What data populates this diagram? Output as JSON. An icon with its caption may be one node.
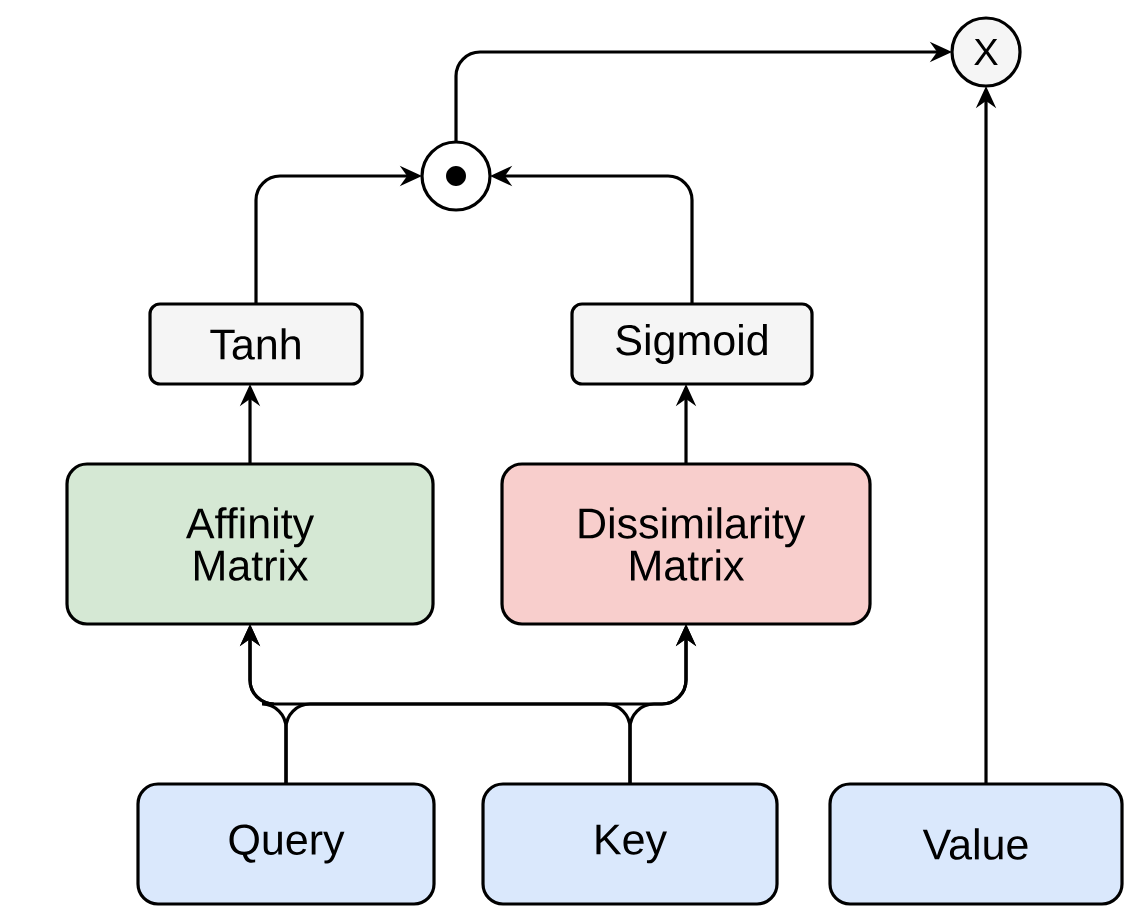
{
  "diagram": {
    "nodes": [
      {
        "text": [
          "X"
        ]
      },
      {
        "text": [],
        "shape": "circle"
      },
      {
        "text": [
          "Tanh"
        ]
      },
      {
        "text": [
          "Sigmoid"
        ]
      },
      {
        "text": [
          "Affinity Matrix"
        ]
      },
      {
        "text": [
          "Dissimilarity Matrix"
        ]
      },
      {
        "text": [
          "Query"
        ]
      },
      {
        "text": [
          "Key"
        ]
      },
      {
        "text": [
          "Value"
        ]
      }
    ],
    "edges": [
      {
        "from": 1,
        "to": 0,
        "arrow": "to"
      },
      {
        "from": 8,
        "to": 0,
        "arrow": "to"
      },
      {
        "from": 2,
        "to": 1,
        "arrow": "to"
      },
      {
        "from": 3,
        "to": 1,
        "arrow": "to"
      },
      {
        "from": 4,
        "to": 2,
        "arrow": "to"
      },
      {
        "from": 5,
        "to": 3,
        "arrow": "to"
      },
      {
        "from": 6,
        "to": 4,
        "arrow": "to"
      },
      {
        "from": 6,
        "to": 5,
        "arrow": "to"
      },
      {
        "from": 7,
        "to": 4,
        "arrow": "to"
      },
      {
        "from": 7,
        "to": 5,
        "arrow": "to"
      }
    ]
  }
}
